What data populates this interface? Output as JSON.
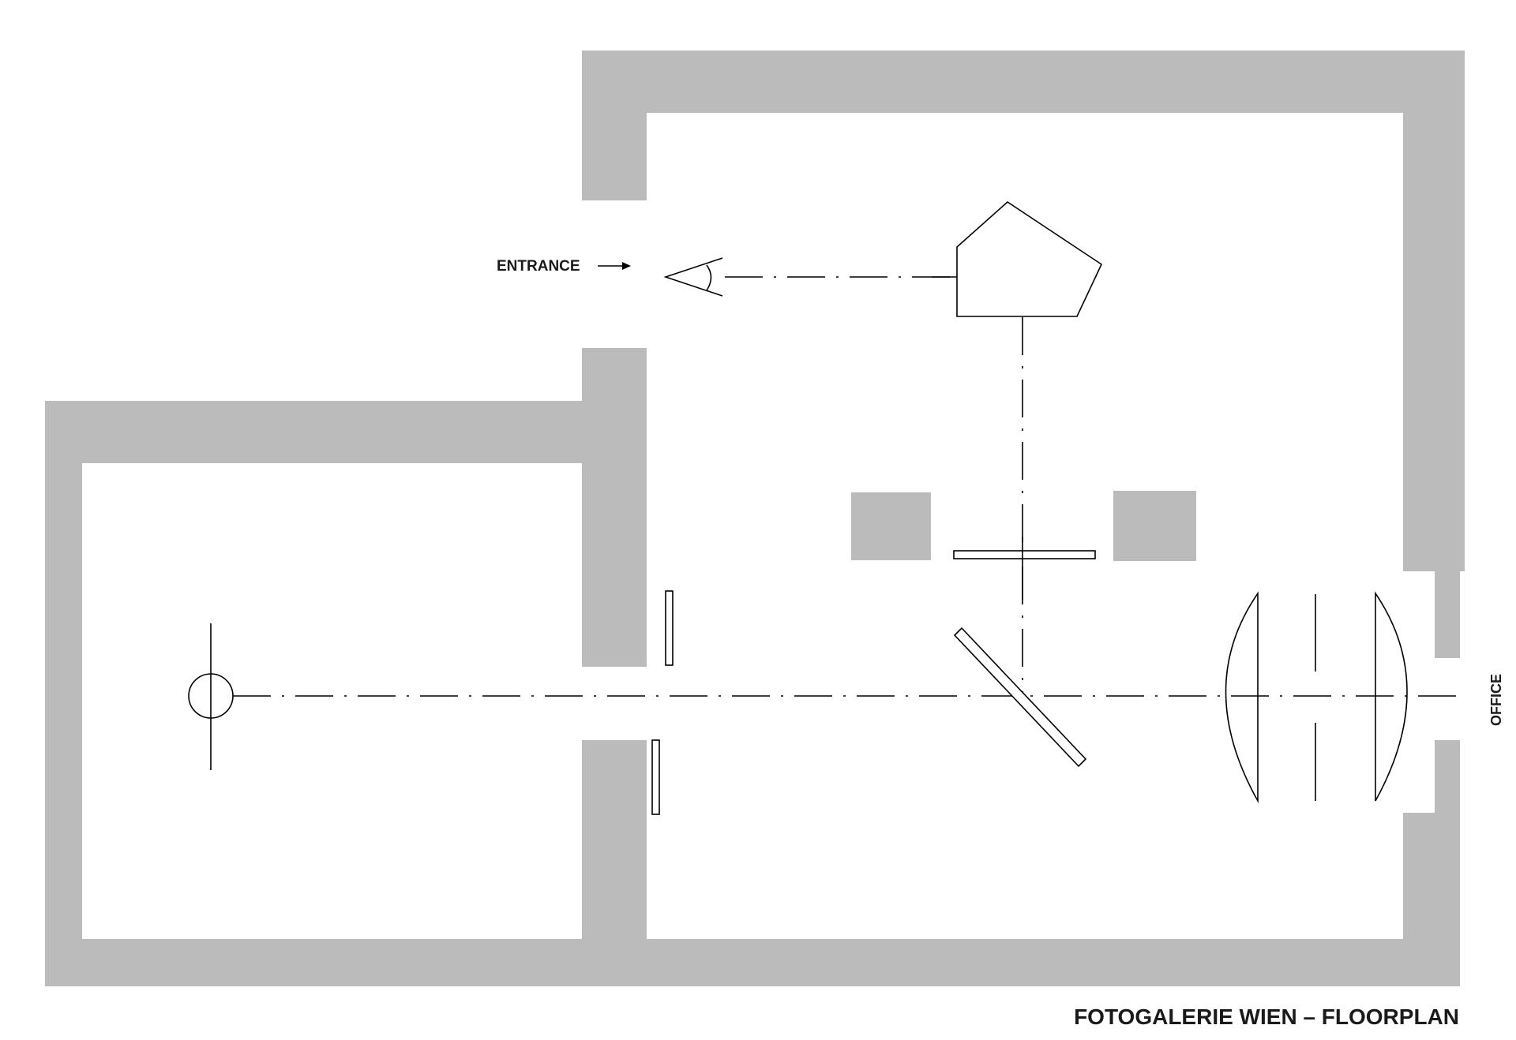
{
  "labels": {
    "entrance": "ENTRANCE",
    "office": "OFFICE",
    "title": "FOTOGALERIE WIEN – FLOORPLAN"
  },
  "colors": {
    "wall": "#bbbbbb",
    "line": "#000000",
    "background": "#ffffff",
    "text": "#1a1a1a"
  },
  "icons": {
    "entrance_arrow": "arrow-right-icon",
    "viewer": "eye-icon",
    "camera": "camera-body-pentaprism-icon",
    "light_source": "lamp-icon",
    "mirror": "angled-mirror-icon",
    "lenses": "lens-icon"
  }
}
